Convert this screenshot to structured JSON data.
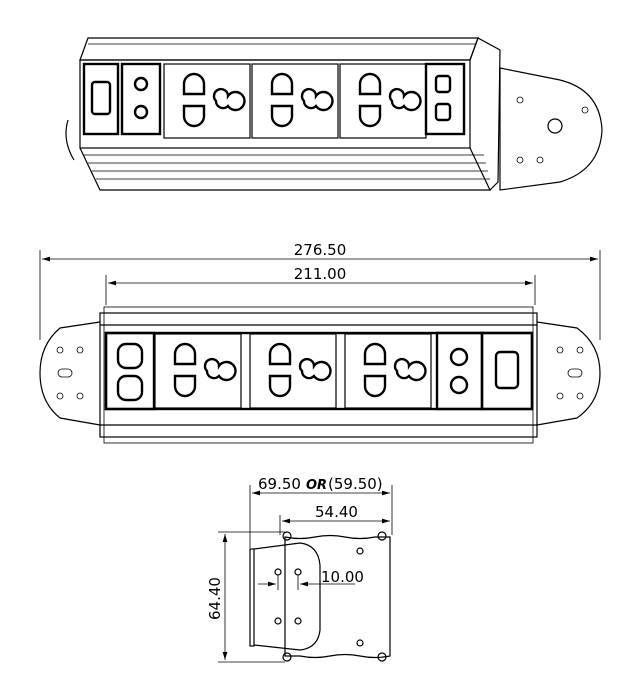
{
  "drawing": {
    "iso_view_modules": [
      "vga-port",
      "audio-jacks",
      "universal-outlet",
      "universal-outlet",
      "universal-outlet",
      "usb-ports"
    ],
    "front_view_modules": [
      "usb-ports",
      "universal-outlet",
      "universal-outlet",
      "universal-outlet",
      "audio-jacks",
      "vga-port"
    ],
    "dimensions": {
      "overall_length": "276.50",
      "body_length": "211.00",
      "depth_a": "69.50",
      "depth_or": "OR",
      "depth_b": "(59.50)",
      "bracket_depth": "54.40",
      "height": "64.40",
      "hole_spacing": "10.00"
    }
  }
}
